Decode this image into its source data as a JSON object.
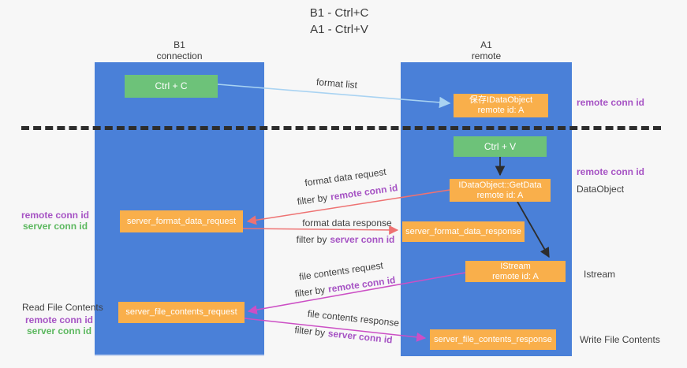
{
  "title": {
    "line1": "B1 - Ctrl+C",
    "line2": "A1 - Ctrl+V"
  },
  "lanes": {
    "left": {
      "title": "B1",
      "subtitle": "connection"
    },
    "right": {
      "title": "A1",
      "subtitle": "remote"
    }
  },
  "nodes": {
    "ctrl_c": {
      "label": "Ctrl + C"
    },
    "ctrl_v": {
      "label": "Ctrl + V"
    },
    "save_dataobject": {
      "line1": "保存IDataObject",
      "line2": "remote id: A"
    },
    "getdata": {
      "line1": "IDataObject::GetData",
      "line2": "remote id: A"
    },
    "istream": {
      "line1": "IStream",
      "line2": "remote id: A"
    },
    "server_format_data_request": {
      "label": "server_format_data_request"
    },
    "server_format_data_response": {
      "label": "server_format_data_response"
    },
    "server_file_contents_request": {
      "label": "server_file_contents_request"
    },
    "server_file_contents_response": {
      "label": "server_file_contents_response"
    }
  },
  "arrow_labels": {
    "format_list": "format list",
    "format_data_request": "format data request",
    "format_data_response": "format data response",
    "file_contents_request": "file contents request",
    "file_contents_response": "file contents response",
    "filter_by": "filter by",
    "remote_conn_id": "remote conn id",
    "server_conn_id": "server conn id"
  },
  "side_labels": {
    "remote_conn_id_top": "remote conn id",
    "remote_conn_id_mid": "remote conn id",
    "dataobject": "DataObject",
    "istream": "Istream",
    "write_file_contents": "Write File Contents",
    "read_file_contents": "Read File Contents",
    "left_remote_conn_id_1": "remote conn id",
    "left_server_conn_id_1": "server conn id",
    "left_remote_conn_id_2": "remote conn id",
    "left_server_conn_id_2": "server conn id"
  },
  "colors": {
    "lane_blue": "#4a80d8",
    "box_orange": "#f9af4b",
    "box_green": "#6dc279",
    "text_dark": "#3f3f3f",
    "purple_text": "#a653c4",
    "green_text": "#5cb85f",
    "arrow_blue": "#a9d3f2",
    "arrow_red": "#ee7272",
    "arrow_magenta": "#cc4fc5",
    "arrow_black": "#2d2d2d"
  }
}
